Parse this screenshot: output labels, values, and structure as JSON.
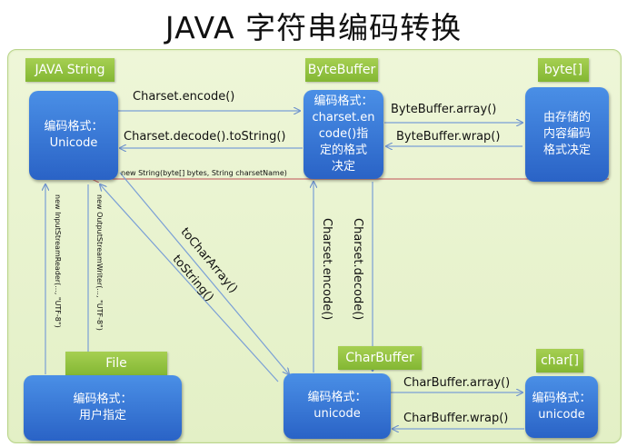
{
  "title": "JAVA 字符串编码转换",
  "tags": {
    "java_string": "JAVA String",
    "bytebuffer": "ByteBuffer",
    "byte_array": "byte[]",
    "file": "File",
    "charbuffer": "CharBuffer",
    "char_array": "char[]"
  },
  "nodes": {
    "java_string": "编码格式：\nUnicode",
    "bytebuffer": "编码格式：\ncharset.en\ncode()指\n定的格式\n决定",
    "byte_array": "由存储的\n内容编码\n格式决定",
    "file": "编码格式：\n用户指定",
    "charbuffer": "编码格式：\nunicode",
    "char_array": "编码格式：\nunicode"
  },
  "edges": {
    "charset_encode": "Charset.encode()",
    "charset_decode_tostring": "Charset.decode().toString()",
    "bytebuffer_array": "ByteBuffer.array()",
    "bytebuffer_wrap": "ByteBuffer.wrap()",
    "new_string": "new String(byte[] bytes, String charsetName)",
    "input_stream_reader": "new InputStreamReader(..., \"UTF-8\")",
    "output_stream_writer": "new OutputStreamWriter(..., \"UTF-8\")",
    "to_char_array": "toCharArray()",
    "to_string": "toString()",
    "cb_charset_encode": "Charset.encode()",
    "cb_charset_decode": "Charset.decode()",
    "charbuffer_array": "CharBuffer.array()",
    "charbuffer_wrap": "CharBuffer.wrap()"
  },
  "colors": {
    "panel": "#e3f0c6",
    "tag": "#8dbf3c",
    "node": "#2f6fd0",
    "arrow_blue": "#7a9fd6",
    "arrow_red": "#c87070"
  }
}
